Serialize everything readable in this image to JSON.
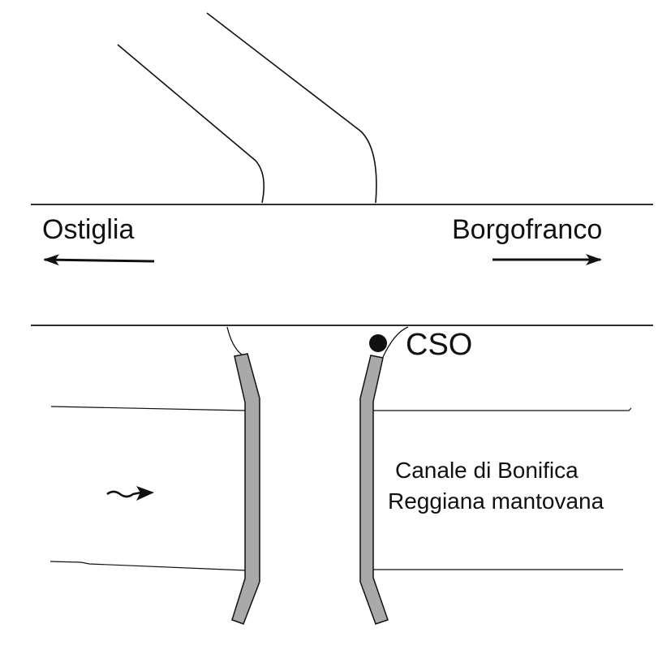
{
  "labels": {
    "left_destination": "Ostiglia",
    "right_destination": "Borgofranco",
    "cso": "CSO",
    "canal_line1": "Canale di Bonifica",
    "canal_line2": "Reggiana mantovana"
  },
  "colors": {
    "line": "#111111",
    "wall_fill": "#a9a9a9",
    "background": "#ffffff"
  },
  "icons": {
    "direction_left": "arrow-left-icon",
    "direction_right": "arrow-right-icon",
    "flow": "flow-arrow-icon",
    "cso_point": "filled-circle-icon"
  }
}
